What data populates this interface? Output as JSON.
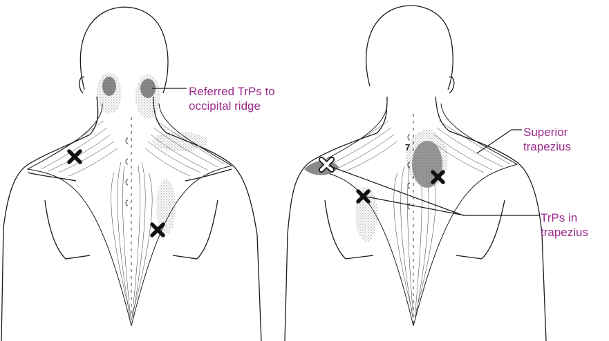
{
  "labels": {
    "referred_line1": "Referred TrPs to",
    "referred_line2": "occipital ridge",
    "superior_line1": "Superior",
    "superior_line2": "trapezius",
    "trps_line1": "TrPs in",
    "trps_line2": "trapezius",
    "vertebra_number": "7"
  },
  "colors": {
    "label_text": "#9b2a8c",
    "outline": "#1a1a1a",
    "referred_pain_shading": "#9a9a9a",
    "trigger_point_x": "#111111",
    "highlight_x": "#ffffff"
  },
  "markers": [
    {
      "figure": "left",
      "name": "trigger-point",
      "style": "black-x"
    },
    {
      "figure": "left",
      "name": "trigger-point",
      "style": "black-x"
    },
    {
      "figure": "right",
      "name": "trigger-point",
      "style": "white-x"
    },
    {
      "figure": "right",
      "name": "trigger-point",
      "style": "black-x"
    },
    {
      "figure": "right",
      "name": "trigger-point",
      "style": "black-x"
    }
  ]
}
